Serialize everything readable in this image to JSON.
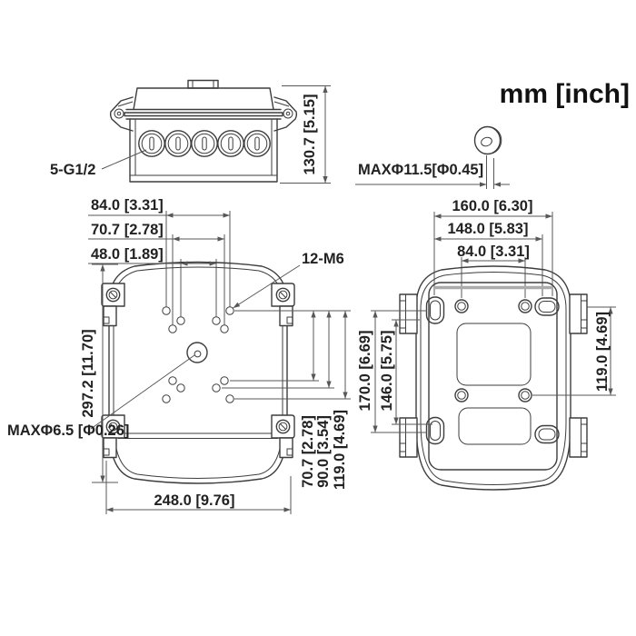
{
  "title": "mm [inch]",
  "colors": {
    "object_line": "#3d3d3d",
    "dimension_line": "#575757",
    "text": "#222222",
    "background": "#ffffff"
  },
  "side_view": {
    "knockout_label": "5-G1/2",
    "dim_height": "130.7 [5.15]"
  },
  "grommet": {
    "label": "MAXΦ11.5[Φ0.45]"
  },
  "front_view": {
    "dim_84": "84.0 [3.31]",
    "dim_70_top": "70.7 [2.78]",
    "dim_48": "48.0 [1.89]",
    "thread_label": "12-M6",
    "dim_height": "297.2 [11.70]",
    "hole_label": "MAXΦ6.5 [Φ0.26]",
    "dim_70_bottom": "70.7 [2.78]",
    "dim_90": "90.0 [3.54]",
    "dim_119": "119.0 [4.69]",
    "dim_width": "248.0 [9.76]"
  },
  "back_view": {
    "dim_160": "160.0 [6.30]",
    "dim_148": "148.0 [5.83]",
    "dim_84": "84.0 [3.31]",
    "dim_170": "170.0 [6.69]",
    "dim_146": "146.0 [5.75]",
    "dim_119": "119.0 [4.69]"
  }
}
